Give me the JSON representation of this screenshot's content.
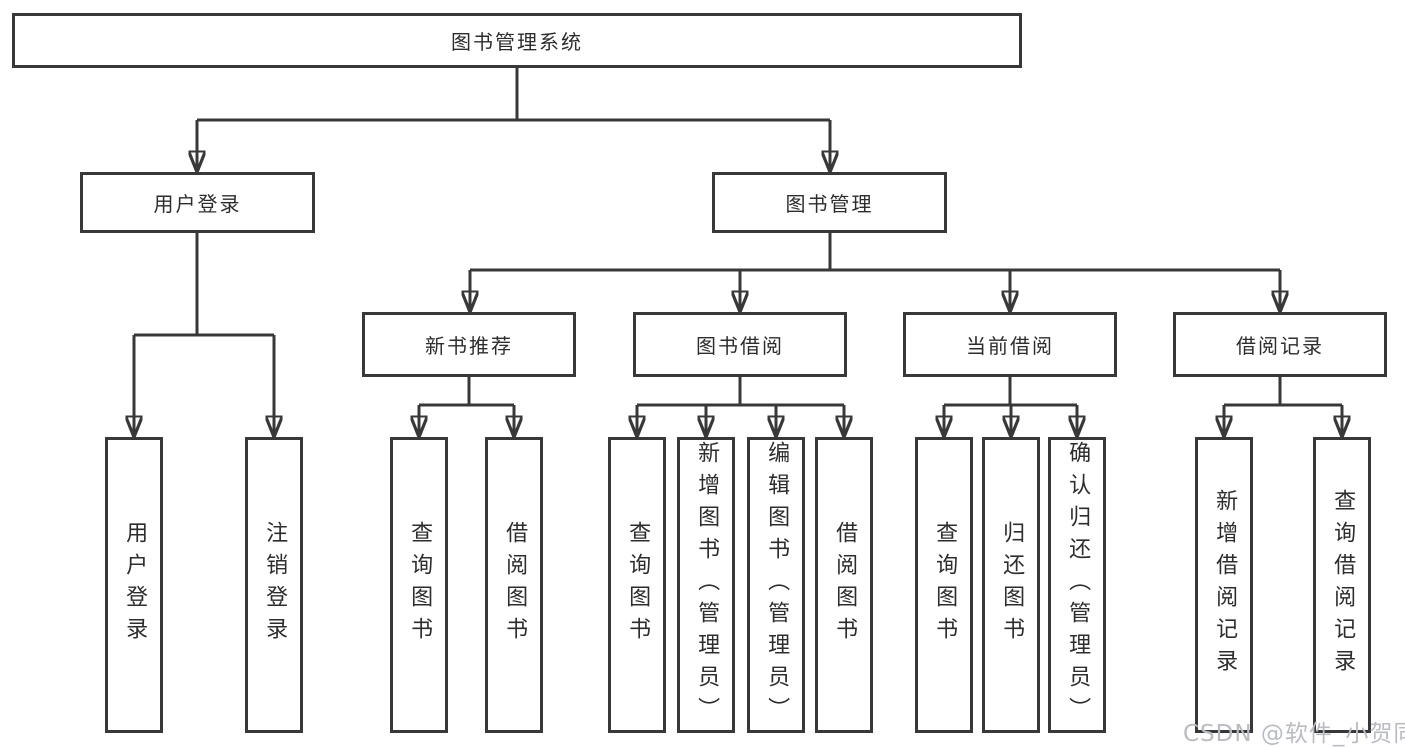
{
  "diagram": {
    "root": {
      "label": "图书管理系统"
    },
    "branches": [
      {
        "label": "用户登录",
        "children": [
          {
            "label": "用户登录"
          },
          {
            "label": "注销登录"
          }
        ]
      },
      {
        "label": "图书管理",
        "children": [
          {
            "label": "新书推荐",
            "children": [
              {
                "label": "查询图书"
              },
              {
                "label": "借阅图书"
              }
            ]
          },
          {
            "label": "图书借阅",
            "children": [
              {
                "label": "查询图书"
              },
              {
                "label": "新增图书（管理员）"
              },
              {
                "label": "编辑图书（管理员）"
              },
              {
                "label": "借阅图书"
              }
            ]
          },
          {
            "label": "当前借阅",
            "children": [
              {
                "label": "查询图书"
              },
              {
                "label": "归还图书"
              },
              {
                "label": "确认归还（管理员）"
              }
            ]
          },
          {
            "label": "借阅记录",
            "children": [
              {
                "label": "新增借阅记录"
              },
              {
                "label": "查询借阅记录"
              }
            ]
          }
        ]
      }
    ]
  },
  "watermark": {
    "text": "CSDN @软件_小贺同学"
  },
  "colors": {
    "line": "#383838",
    "box_border": "#383838",
    "text": "#2d2d2d",
    "watermark": "#b9bcc3",
    "background": "#ffffff"
  }
}
